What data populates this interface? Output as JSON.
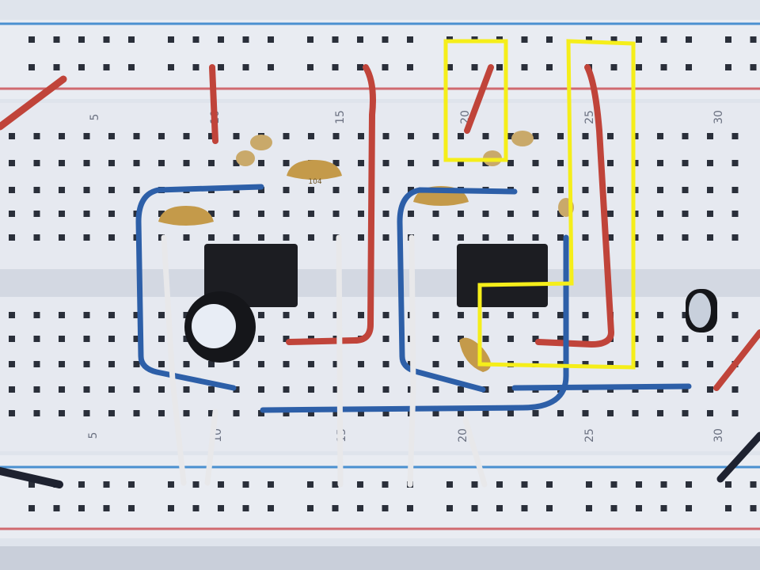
{
  "breadboard": {
    "top_column_numbers": [
      "5",
      "10",
      "15",
      "20",
      "25",
      "30"
    ],
    "bottom_column_numbers": [
      "5",
      "10",
      "15",
      "20",
      "25",
      "30"
    ],
    "capacitor_marking": "104"
  },
  "colors": {
    "board": "#e4e8ef",
    "hole": "#2a2f3a",
    "red_wire": "#c0443a",
    "blue_wire": "#2d5fa8",
    "white_wire": "#e8e8ea",
    "chip": "#1c1d22",
    "capacitor": "#c49a4a",
    "highlight": "#f5ee1a"
  }
}
